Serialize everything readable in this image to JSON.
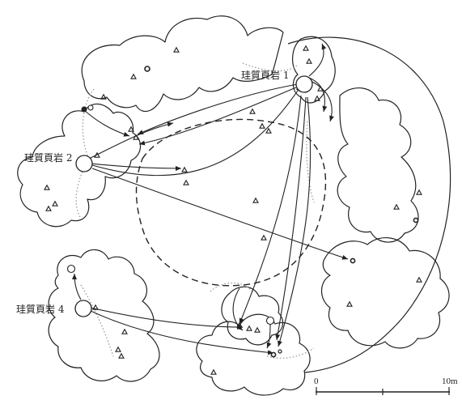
{
  "map": {
    "labels": {
      "rock1": "珪質頁岩 1",
      "rock2": "珪質頁岩 2",
      "rock4": "珪質頁岩 4"
    },
    "scale": {
      "start": "0",
      "end": "10m"
    },
    "colors": {
      "line": "#222222",
      "dotted": "#9a9a9a",
      "background": "#ffffff"
    }
  }
}
